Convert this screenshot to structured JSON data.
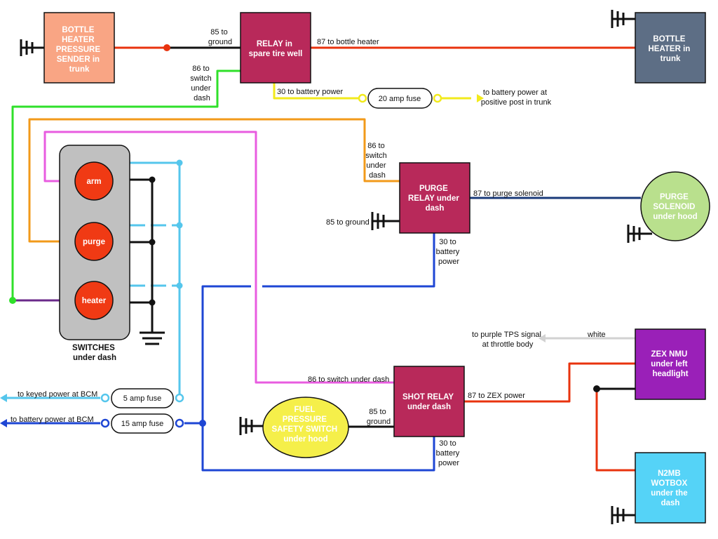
{
  "components": {
    "bottle_sender": [
      "BOTTLE",
      "HEATER",
      "PRESSURE",
      "SENDER in",
      "trunk"
    ],
    "relay_spare": [
      "RELAY in",
      "spare tire well"
    ],
    "bottle_heater": [
      "BOTTLE",
      "HEATER in",
      "trunk"
    ],
    "purge_relay": [
      "PURGE",
      "RELAY under",
      "dash"
    ],
    "purge_solenoid": [
      "PURGE",
      "SOLENOID",
      "under hood"
    ],
    "shot_relay": [
      "SHOT RELAY",
      "under dash"
    ],
    "fuel_switch": [
      "FUEL",
      "PRESSURE",
      "SAFETY SWITCH",
      "under hood"
    ],
    "zex_nmu": [
      "ZEX NMU",
      "under left",
      "headlight"
    ],
    "n2mb": [
      "N2MB",
      "WOTBOX",
      "under the",
      "dash"
    ],
    "switches_caption": [
      "SWITCHES",
      "under dash"
    ]
  },
  "switches": [
    "arm",
    "purge",
    "heater"
  ],
  "fuses": {
    "f20": "20 amp fuse",
    "f5": "5 amp fuse",
    "f15": "15 amp fuse"
  },
  "labels": {
    "spare_85": [
      "85 to",
      "ground"
    ],
    "spare_87": "87 to bottle heater",
    "spare_86": [
      "86 to",
      "switch",
      "under",
      "dash"
    ],
    "spare_30": "30 to battery power",
    "batt_trunk": [
      "to battery power at",
      "positive post in trunk"
    ],
    "purge_86": [
      "86 to",
      "switch",
      "under",
      "dash"
    ],
    "purge_85": "85 to ground",
    "purge_87": "87 to purge solenoid",
    "purge_30": [
      "30 to",
      "battery",
      "power"
    ],
    "tps": [
      "to purple TPS signal",
      "at throttle body"
    ],
    "white": "white",
    "shot_86": "86 to switch under dash",
    "shot_87": "87 to ZEX power",
    "shot_85": [
      "85 to",
      "ground"
    ],
    "shot_30": [
      "30 to",
      "battery",
      "power"
    ],
    "keyed_bcm": "to keyed power at BCM",
    "batt_bcm": "to battery power at  BCM"
  },
  "colors": {
    "sender": "#f9a584",
    "relay": "#b8295a",
    "heater_box": "#5d6e85",
    "solenoid": "#b9e08d",
    "fuel_switch": "#f5ef4a",
    "zex": "#9a20b8",
    "n2mb": "#55d3f7",
    "switch_panel": "#c0c0c0",
    "switch_button": "#f03a14"
  }
}
